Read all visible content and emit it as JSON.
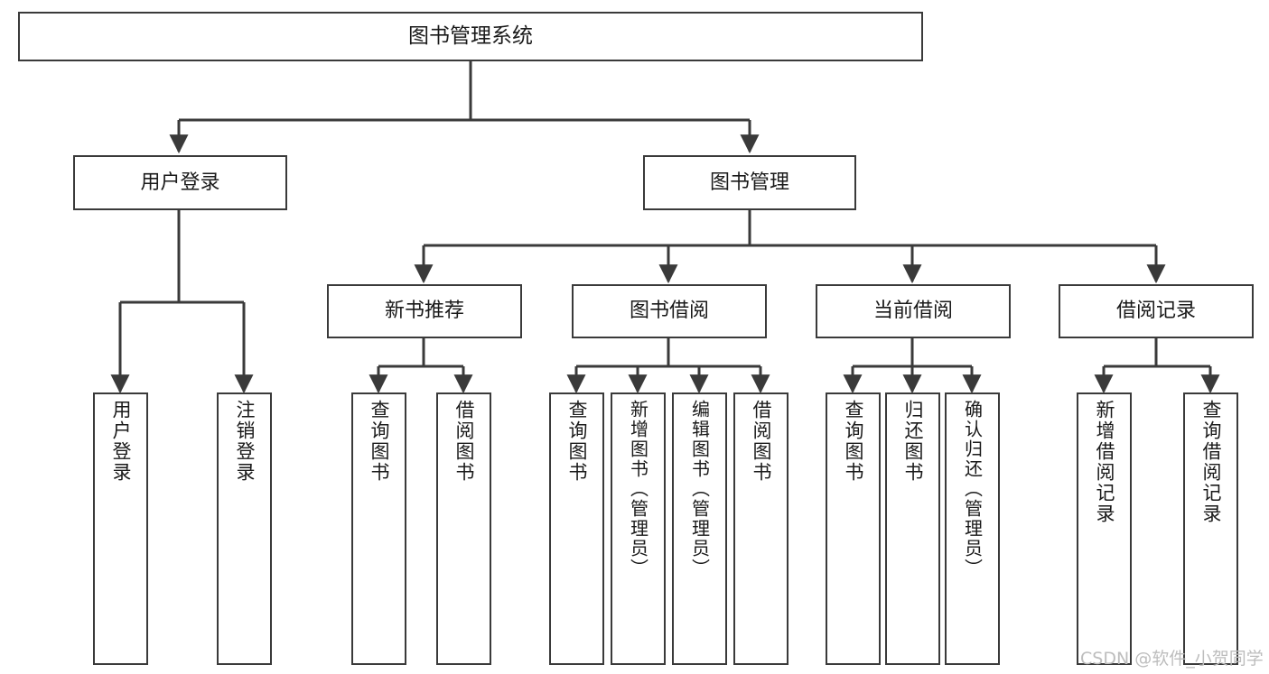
{
  "diagram": {
    "title": "图书管理系统",
    "type": "tree-hierarchy-diagram",
    "root": {
      "id": "root",
      "label": "图书管理系统"
    },
    "level1": [
      {
        "id": "user-login",
        "label": "用户登录"
      },
      {
        "id": "book-manage",
        "label": "图书管理"
      }
    ],
    "level2": [
      {
        "id": "new-book-rec",
        "label": "新书推荐",
        "parent": "book-manage"
      },
      {
        "id": "book-borrow",
        "label": "图书借阅",
        "parent": "book-manage"
      },
      {
        "id": "current-borrow",
        "label": "当前借阅",
        "parent": "book-manage"
      },
      {
        "id": "borrow-record",
        "label": "借阅记录",
        "parent": "book-manage"
      }
    ],
    "leaves": [
      {
        "id": "leaf-user-login",
        "label": "用户登录",
        "parent": "user-login"
      },
      {
        "id": "leaf-logout-login",
        "label": "注销登录",
        "parent": "user-login"
      },
      {
        "id": "leaf-query-book-1",
        "label": "查询图书",
        "parent": "new-book-rec"
      },
      {
        "id": "leaf-borrow-book-1",
        "label": "借阅图书",
        "parent": "new-book-rec"
      },
      {
        "id": "leaf-query-book-2",
        "label": "查询图书",
        "parent": "book-borrow"
      },
      {
        "id": "leaf-add-book",
        "label": "新增图书（管理员）",
        "parent": "book-borrow"
      },
      {
        "id": "leaf-edit-book",
        "label": "编辑图书（管理员）",
        "parent": "book-borrow"
      },
      {
        "id": "leaf-borrow-book-2",
        "label": "借阅图书",
        "parent": "book-borrow"
      },
      {
        "id": "leaf-query-book-3",
        "label": "查询图书",
        "parent": "current-borrow"
      },
      {
        "id": "leaf-return-book",
        "label": "归还图书",
        "parent": "current-borrow"
      },
      {
        "id": "leaf-confirm-return",
        "label": "确认归还（管理员）",
        "parent": "current-borrow"
      },
      {
        "id": "leaf-add-record",
        "label": "新增借阅记录",
        "parent": "borrow-record"
      },
      {
        "id": "leaf-query-record",
        "label": "查询借阅记录",
        "parent": "borrow-record"
      }
    ]
  },
  "watermark": {
    "text": "CSDN @软件_小贺同学"
  },
  "colors": {
    "stroke": "#3a3a3a",
    "box_fill": "#ffffff",
    "text": "#1a1a1a",
    "watermark": "#bdbdbd",
    "background": "#ffffff"
  }
}
